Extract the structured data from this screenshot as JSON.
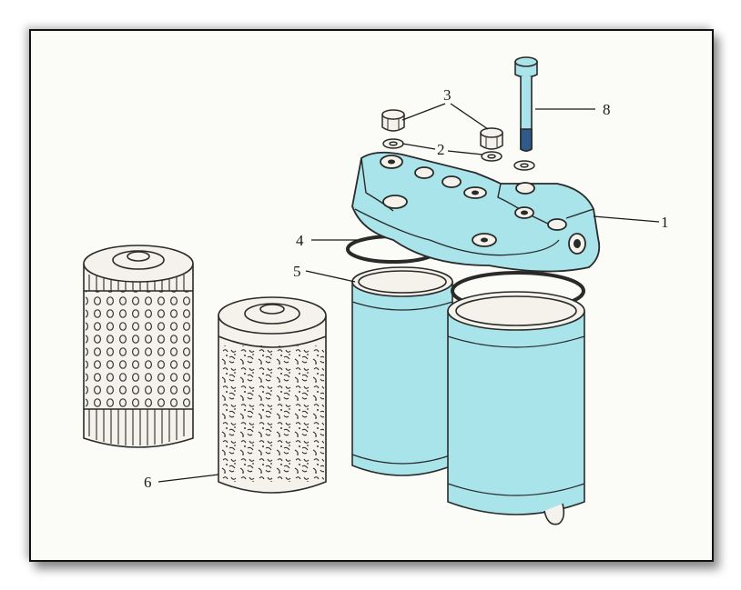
{
  "callouts": [
    "1",
    "2",
    "3",
    "4",
    "5",
    "6",
    "8"
  ],
  "colors": {
    "housing_fill": "#a8e4ea",
    "line": "#2a2a2a",
    "paper": "#fbfbf7",
    "frame_border": "#111111"
  }
}
